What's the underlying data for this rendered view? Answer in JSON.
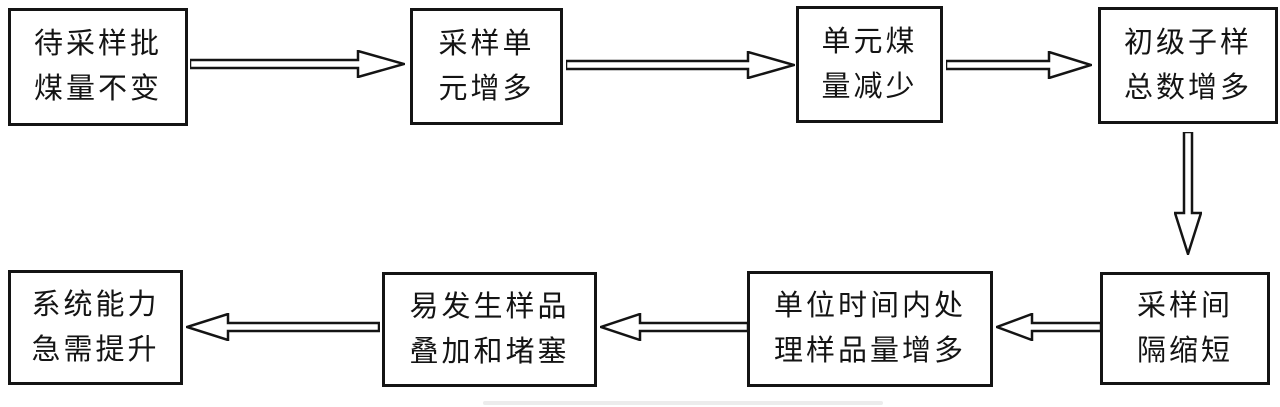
{
  "diagram": {
    "title": "coal-sampling-capacity-flowchart",
    "colors": {
      "stroke": "#141414",
      "box_fill": "#ffffff",
      "background": "#ffffff",
      "artifact_gray": "#ececec"
    },
    "boxes": [
      {
        "id": "box-1",
        "line1": "待采样批",
        "line2": "煤量不变"
      },
      {
        "id": "box-2",
        "line1": "采样单",
        "line2": "元增多"
      },
      {
        "id": "box-3",
        "line1": "单元煤",
        "line2": "量减少"
      },
      {
        "id": "box-4",
        "line1": "初级子样",
        "line2": "总数增多"
      },
      {
        "id": "box-5",
        "line1": "采样间",
        "line2": "隔缩短"
      },
      {
        "id": "box-6",
        "line1": "单位时间内处",
        "line2": "理样品量增多"
      },
      {
        "id": "box-7",
        "line1": "易发生样品",
        "line2": "叠加和堵塞"
      },
      {
        "id": "box-8",
        "line1": "系统能力",
        "line2": "急需提升"
      }
    ],
    "arrows": [
      {
        "id": "arrow-1",
        "from": "box-1",
        "to": "box-2",
        "direction": "right"
      },
      {
        "id": "arrow-2",
        "from": "box-2",
        "to": "box-3",
        "direction": "right"
      },
      {
        "id": "arrow-3",
        "from": "box-3",
        "to": "box-4",
        "direction": "right"
      },
      {
        "id": "arrow-4",
        "from": "box-4",
        "to": "box-5",
        "direction": "down"
      },
      {
        "id": "arrow-5",
        "from": "box-5",
        "to": "box-6",
        "direction": "left"
      },
      {
        "id": "arrow-6",
        "from": "box-6",
        "to": "box-7",
        "direction": "left"
      },
      {
        "id": "arrow-7",
        "from": "box-7",
        "to": "box-8",
        "direction": "left"
      }
    ]
  }
}
